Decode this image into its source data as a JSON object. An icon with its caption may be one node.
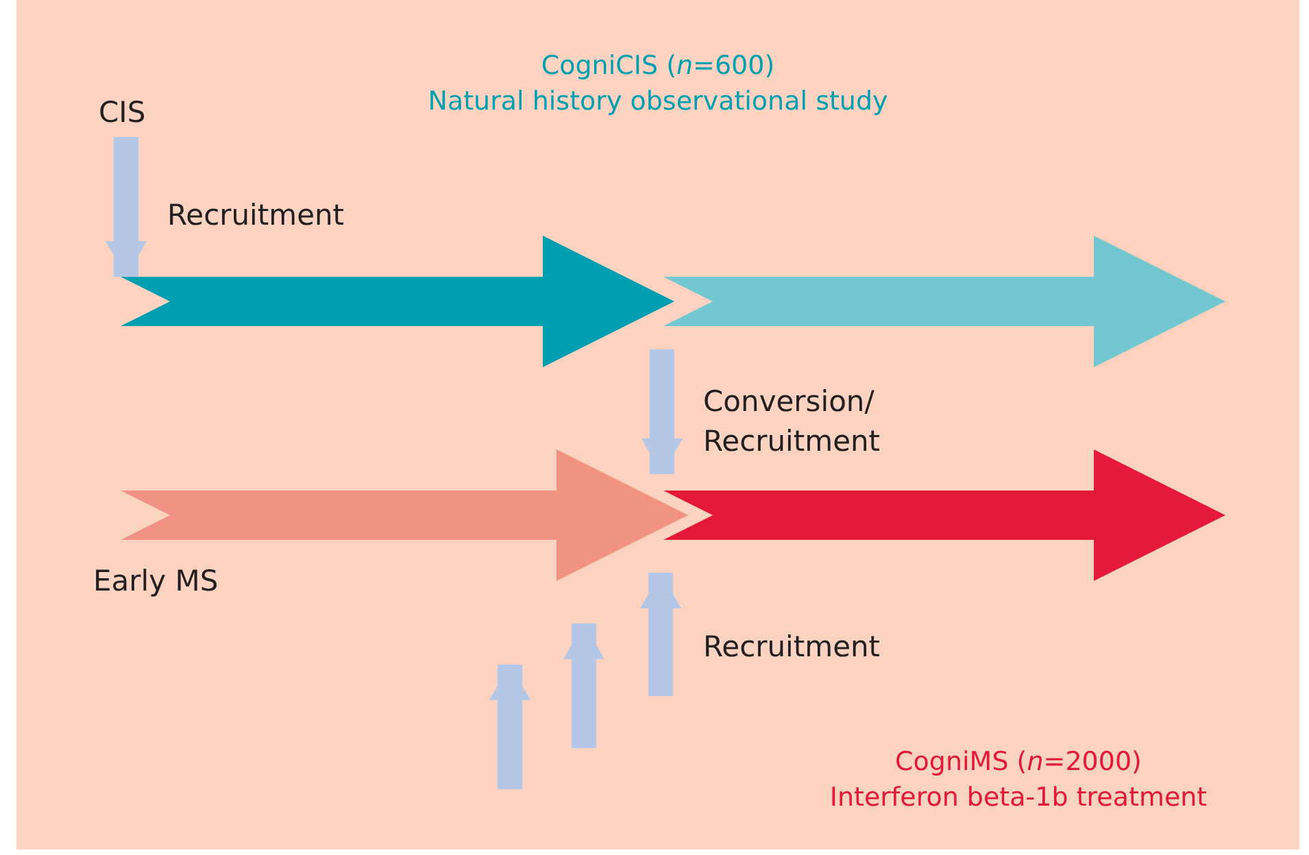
{
  "diagram": {
    "nodes": [
      {
        "text": [],
        "shape": "arrow"
      },
      {
        "text": [],
        "shape": "arrow"
      },
      {
        "text": [],
        "shape": "arrow",
        "beside": [
          "Early MS"
        ]
      },
      {
        "text": [],
        "shape": "arrow"
      },
      {
        "text": [
          "CIS"
        ]
      }
    ],
    "edges": [
      {
        "from": 4,
        "to": 0,
        "arrow": "to",
        "label": "Recruitment"
      },
      {
        "from": null,
        "to": 3,
        "arrow": "to",
        "label": "Conversion/ Recruitment"
      },
      {
        "from": null,
        "to": 2,
        "arrow": "to"
      },
      {
        "from": null,
        "to": 2,
        "arrow": "to"
      },
      {
        "from": null,
        "to": 3,
        "arrow": "to",
        "label": "Recruitment"
      }
    ],
    "labels": [
      "CogniCIS (*n*=600)",
      "Natural history observational study",
      "CogniMS (*n*=2000)",
      "Interferon beta-1b treatment"
    ]
  }
}
